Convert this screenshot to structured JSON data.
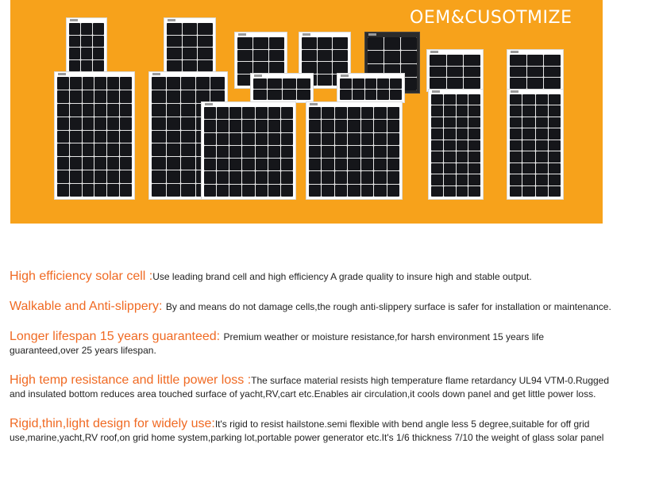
{
  "banner": {
    "title": "OEM&CUSOTMIZE",
    "background_color": "#f7a21b",
    "panel_color": "#15161a"
  },
  "features": [
    {
      "heading": "High efficiency solar cell :",
      "text": "Use leading brand cell and high efficiency A grade quality to insure high and stable output."
    },
    {
      "heading": "Walkable and Anti-slippery: ",
      "text": "By and means do not damage cells,the rough anti-slippery surface is safer for installation or maintenance."
    },
    {
      "heading": "Longer lifespan 15 years guaranteed: ",
      "text": "Premium weather or moisture resistance,for harsh environment 15 years life guaranteed,over 25 years lifespan."
    },
    {
      "heading": "High temp resistance and little power loss :",
      "text": "The surface material resists high temperature flame retardancy UL94 VTM-0.Rugged and insulated bottom reduces area touched surface of yacht,RV,cart etc.Enables air circulation,it cools down panel and get little power loss."
    },
    {
      "heading": "Rigid,thin,light design for widely use:",
      "text": "It's rigid to resist hailstone.semi flexible with bend angle less 5 degree,suitable for off grid use,marine,yacht,RV roof,on grid home system,parking lot,portable power generator etc.It's 1/6 thickness 7/10 the weight of glass solar panel"
    }
  ]
}
